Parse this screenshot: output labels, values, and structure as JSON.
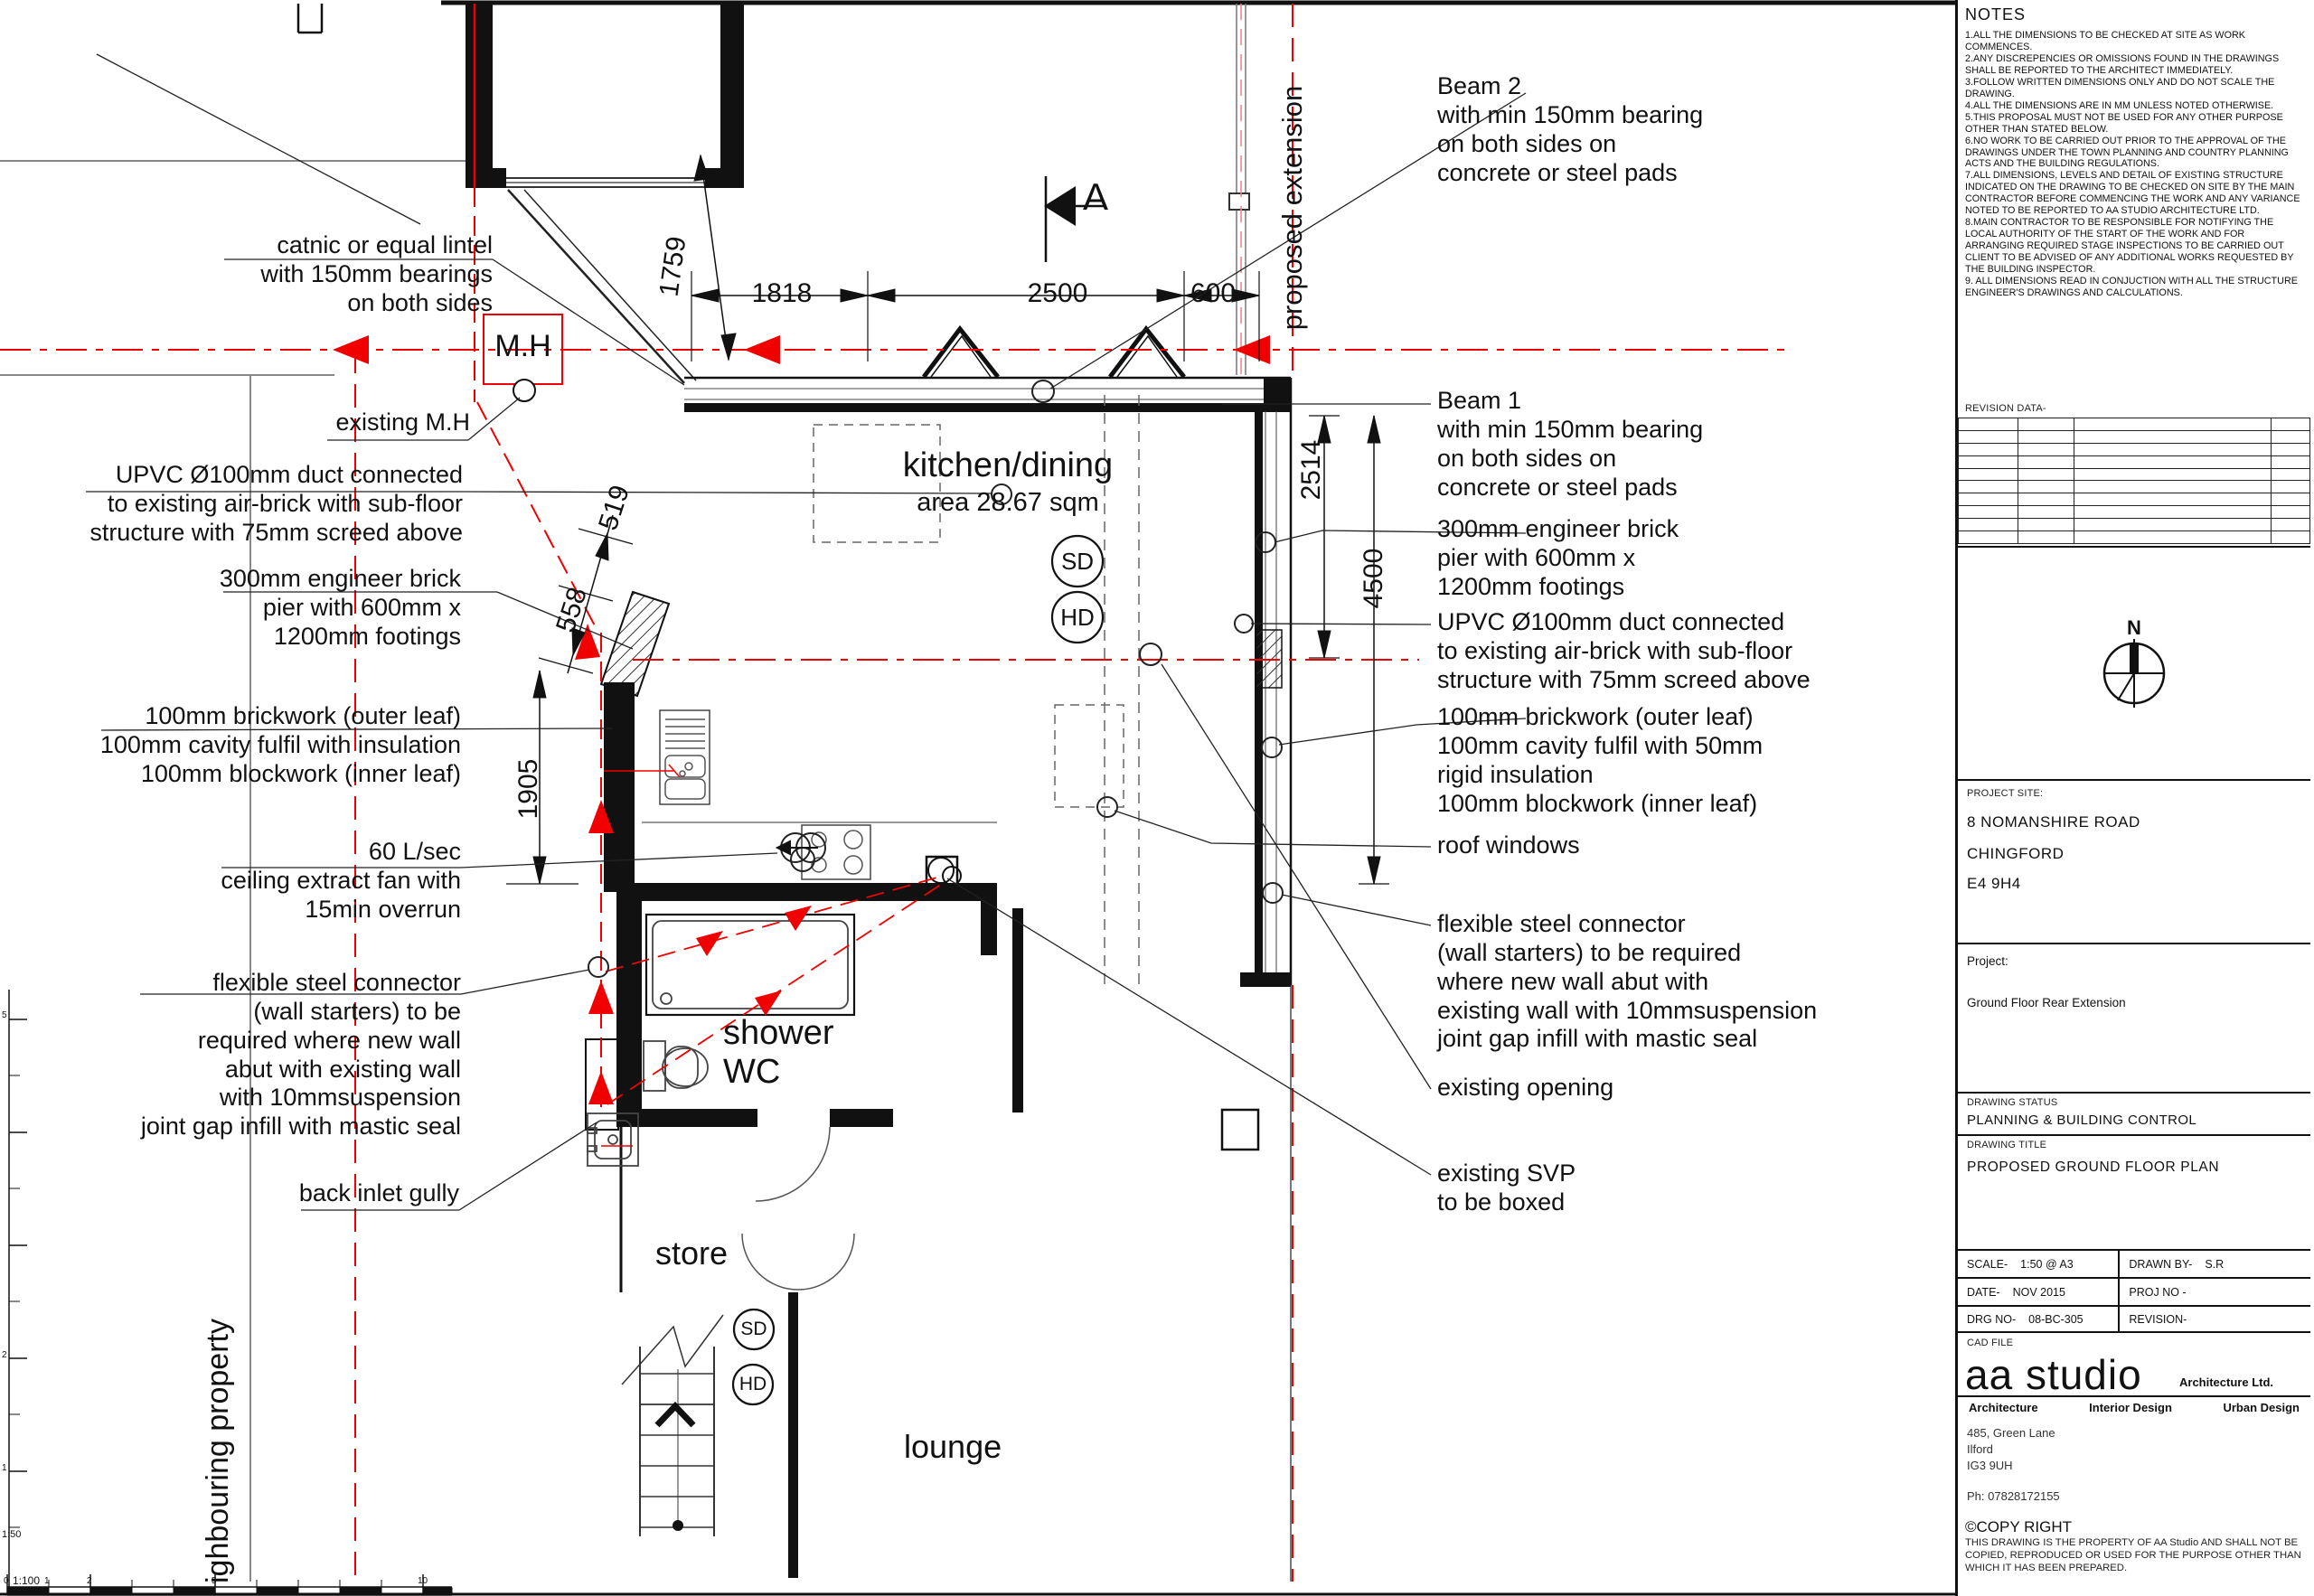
{
  "drawing": {
    "rooms": {
      "kitchen_name": "kitchen/dining",
      "kitchen_area": "area 28.67 sqm",
      "shower_line1": "shower",
      "shower_line2": "WC",
      "store": "store",
      "lounge": "lounge"
    },
    "markers": {
      "manhole": "M.H",
      "smoke_detector": "SD",
      "heat_detector": "HD",
      "section": "A",
      "proposed_extension": "proposed extension",
      "neighbouring_property": "ighbouring property"
    },
    "dimensions": {
      "win_width": "1759",
      "seg1": "1818",
      "seg2": "2500",
      "seg3": "600",
      "depth1": "2514",
      "depth2": "4500",
      "diag1": "519",
      "diag2": "558",
      "side": "1905"
    },
    "annotations_left": [
      {
        "text": "catnic or equal lintel\nwith 150mm bearings\non both sides"
      },
      {
        "text": "existing M.H"
      },
      {
        "text": "UPVC Ø100mm duct connected\nto existing air-brick with sub-floor\nstructure with 75mm screed above"
      },
      {
        "text": "300mm engineer brick\npier with 600mm x\n1200mm footings"
      },
      {
        "text": "100mm brickwork (outer leaf)\n100mm cavity fulfil with insulation\n100mm blockwork (inner leaf)"
      },
      {
        "text": "60 L/sec\nceiling extract fan with\n15min overrun"
      },
      {
        "text": "flexible steel connector\n(wall starters) to be\nrequired where new wall\nabut with existing wall\nwith 10mmsuspension\njoint gap infill with mastic seal"
      },
      {
        "text": "back inlet gully"
      }
    ],
    "annotations_right": [
      {
        "text": "Beam 2\nwith min 150mm bearing\non both sides on\nconcrete or steel pads"
      },
      {
        "text": "Beam 1\nwith min 150mm bearing\non both sides on\nconcrete or steel pads"
      },
      {
        "text": "300mm engineer brick\npier with 600mm x\n1200mm footings"
      },
      {
        "text": "UPVC Ø100mm duct connected\nto existing air-brick with sub-floor\nstructure with 75mm screed above"
      },
      {
        "text": "100mm brickwork (outer leaf)\n100mm cavity fulfil with 50mm\nrigid insulation\n100mm blockwork (inner leaf)"
      },
      {
        "text": "roof windows"
      },
      {
        "text": "flexible steel connector\n(wall starters) to be required\nwhere new wall abut with\nexisting wall with 10mmsuspension\njoint gap infill with mastic seal"
      },
      {
        "text": "existing opening"
      },
      {
        "text": "existing SVP\nto be boxed"
      }
    ],
    "scale_bar": {
      "ratio_50": "1:50",
      "ratio_100": "1:100",
      "h_tick_0": "0",
      "h_tick_1": "1",
      "h_tick_2": "2",
      "h_tick_5": "5",
      "h_tick_10": "10",
      "v_tick_5": "5",
      "v_tick_2": "2",
      "v_tick_1": "1"
    },
    "colors": {
      "accent_red": "#f00000",
      "line_black": "#111111",
      "line_gray": "#888888"
    }
  },
  "title_block": {
    "notes": {
      "title": "NOTES",
      "items": [
        "1.ALL THE DIMENSIONS TO BE CHECKED AT SITE AS WORK COMMENCES.",
        "2.ANY DISCREPENCIES OR OMISSIONS FOUND IN THE DRAWINGS SHALL BE REPORTED TO THE ARCHITECT IMMEDIATELY.",
        "3.FOLLOW WRITTEN DIMENSIONS ONLY AND DO NOT SCALE THE DRAWING.",
        "4.ALL THE DIMENSIONS ARE IN MM UNLESS NOTED OTHERWISE.",
        "5.THIS PROPOSAL MUST NOT BE USED FOR ANY OTHER PURPOSE OTHER THAN STATED BELOW.",
        "6.NO WORK TO BE CARRIED OUT PRIOR TO THE APPROVAL OF THE DRAWINGS UNDER THE TOWN PLANNING AND COUNTRY PLANNING ACTS AND THE BUILDING REGULATIONS.",
        "7.ALL DIMENSIONS, LEVELS AND DETAIL OF EXISTING STRUCTURE INDICATED ON THE DRAWING TO BE CHECKED ON SITE BY THE MAIN CONTRACTOR BEFORE COMMENCING THE WORK AND ANY VARIANCE NOTED TO BE REPORTED TO AA STUDIO ARCHITECTURE LTD.",
        "8.MAIN CONTRACTOR TO BE RESPONSIBLE FOR NOTIFYING THE LOCAL AUTHORITY OF THE START OF THE WORK AND FOR ARRANGING REQUIRED STAGE INSPECTIONS TO BE CARRIED OUT CLIENT TO BE ADVISED OF ANY ADDITIONAL WORKS REQUESTED BY THE BUILDING INSPECTOR.",
        "9. ALL DIMENSIONS READ IN CONJUCTION WITH ALL THE STRUCTURE ENGINEER'S DRAWINGS AND CALCULATIONS."
      ]
    },
    "revision_label": "REVISION DATA-",
    "north_label": "N",
    "project_site": {
      "label": "PROJECT SITE:",
      "line1": "8 NOMANSHIRE ROAD",
      "line2": "CHINGFORD",
      "line3": "E4 9H4"
    },
    "project": {
      "label": "Project:",
      "value": "Ground Floor Rear Extension"
    },
    "drawing_status": {
      "label": "DRAWING STATUS",
      "value": "PLANNING & BUILDING CONTROL"
    },
    "drawing_title": {
      "label": "DRAWING TITLE",
      "value": "PROPOSED GROUND FLOOR PLAN"
    },
    "meta": {
      "scale_label": "SCALE-",
      "scale_value": "1:50 @ A3",
      "drawn_by_label": "DRAWN BY-",
      "drawn_by_value": "S.R",
      "date_label": "DATE-",
      "date_value": "NOV 2015",
      "proj_no_label": "PROJ NO -",
      "drg_no_label": "DRG NO-",
      "drg_no_value": "08-BC-305",
      "revision_label": "REVISION-",
      "cad_file_label": "CAD FILE"
    },
    "firm": {
      "name": "aa studio",
      "suffix": "Architecture Ltd.",
      "service1": "Architecture",
      "service2": "Interior Design",
      "service3": "Urban Design",
      "address1": "485, Green Lane",
      "address2": "Ilford",
      "address3": "IG3 9UH",
      "phone": "Ph: 07828172155",
      "copyright_title": "©COPY RIGHT",
      "copyright_text": "THIS DRAWING IS THE PROPERTY OF AA Studio  AND SHALL NOT BE COPIED, REPRODUCED OR USED FOR THE PURPOSE OTHER THAN WHICH IT HAS BEEN PREPARED."
    }
  }
}
